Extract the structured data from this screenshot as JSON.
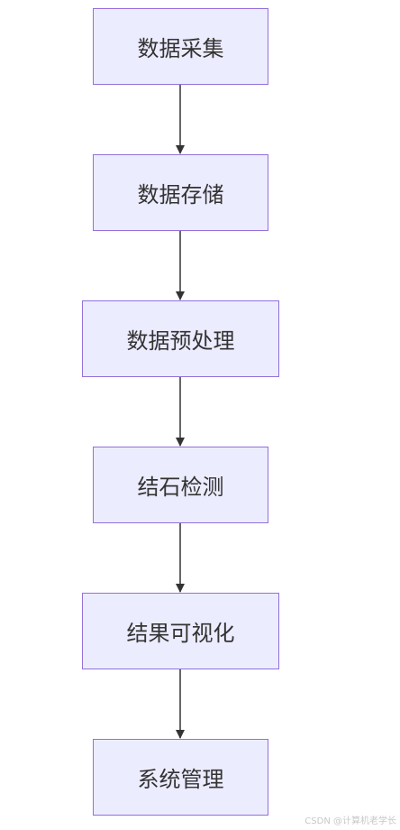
{
  "diagram": {
    "nodes": [
      {
        "id": "n1",
        "label": "数据采集"
      },
      {
        "id": "n2",
        "label": "数据存储"
      },
      {
        "id": "n3",
        "label": "数据预处理"
      },
      {
        "id": "n4",
        "label": "结石检测"
      },
      {
        "id": "n5",
        "label": "结果可视化"
      },
      {
        "id": "n6",
        "label": "系统管理"
      }
    ],
    "edges": [
      {
        "from": "n1",
        "to": "n2"
      },
      {
        "from": "n2",
        "to": "n3"
      },
      {
        "from": "n3",
        "to": "n4"
      },
      {
        "from": "n4",
        "to": "n5"
      },
      {
        "from": "n5",
        "to": "n6"
      }
    ],
    "colors": {
      "node_fill": "#ececff",
      "node_border": "#9370db",
      "edge": "#333333"
    }
  },
  "watermark": "CSDN @计算机老学长"
}
